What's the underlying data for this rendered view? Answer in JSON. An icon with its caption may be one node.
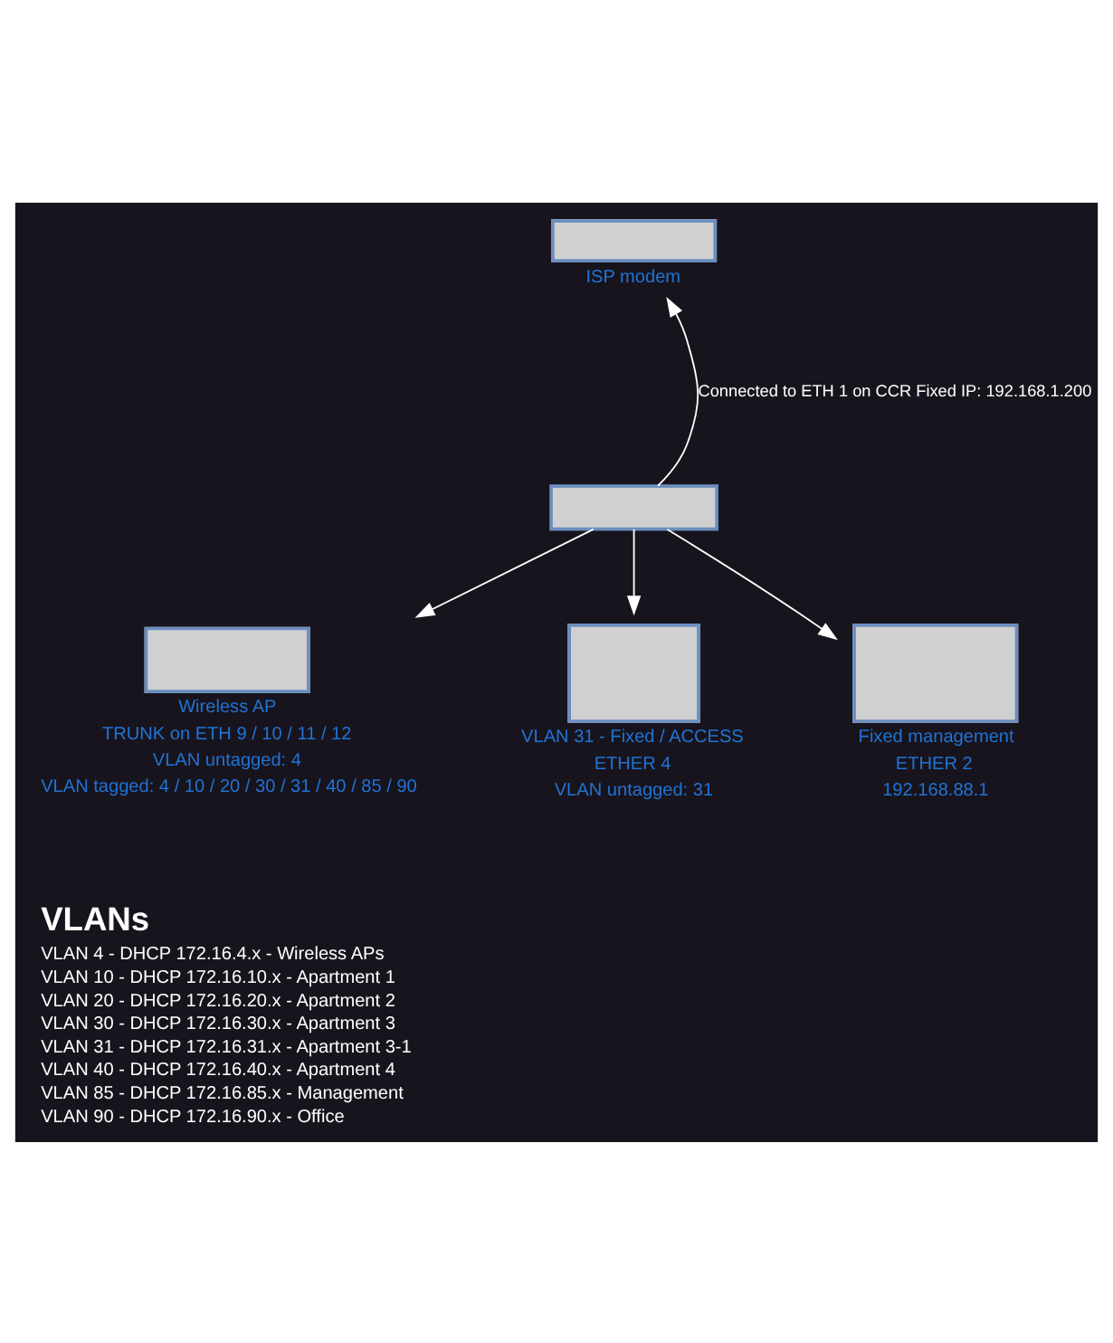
{
  "diagram": {
    "nodes": [
      {
        "text": [
          "ISP modem"
        ]
      },
      {
        "text": [],
        "shape": "box"
      },
      {
        "text": [
          "Wireless AP",
          "TRUNK on ETH 9 / 10 / 11 / 12",
          "VLAN untagged: 4",
          "VLAN tagged: 4 / 10 / 20 / 30 / 31 / 40 / 85 / 90"
        ]
      },
      {
        "text": [
          "VLAN 31 - Fixed / ACCESS",
          "ETHER 4",
          "VLAN untagged: 31"
        ]
      },
      {
        "text": [
          "Fixed management",
          "ETHER 2",
          "192.168.88.1"
        ]
      }
    ],
    "edges": [
      {
        "from": 1,
        "to": 0,
        "arrow": "to",
        "label": "Connected to ETH 1 on CCR Fixed IP: 192.168.1.200"
      },
      {
        "from": 1,
        "to": 2,
        "arrow": "to"
      },
      {
        "from": 1,
        "to": 3,
        "arrow": "to"
      },
      {
        "from": 1,
        "to": 4,
        "arrow": "to"
      }
    ],
    "labels": [
      "VLANs",
      "VLAN 4 - DHCP 172.16.4.x - Wireless APs",
      "VLAN 10 - DHCP 172.16.10.x - Apartment 1",
      "VLAN 20 - DHCP 172.16.20.x - Apartment 2",
      "VLAN 30 - DHCP 172.16.30.x - Apartment 3",
      "VLAN 31 - DHCP 172.16.31.x - Apartment 3-1",
      "VLAN 40 - DHCP 172.16.40.x - Apartment 4",
      "VLAN 85 - DHCP 172.16.85.x - Management",
      "VLAN 90 - DHCP 172.16.90.x - Office"
    ]
  }
}
